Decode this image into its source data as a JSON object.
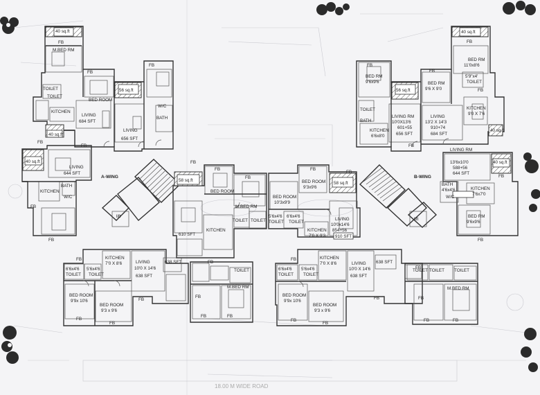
{
  "labels": {
    "fb": "FB",
    "toilet": "TOILET",
    "wc": "W/C",
    "bath": "BATH",
    "kitchen": "KITCHEN",
    "living": "LIVING",
    "bed_room": "BED ROOM",
    "bed_rm": "BED RM",
    "m_bed_rm": "M.BED RM",
    "living_rm": "LIVING RM",
    "lift": "lift",
    "ft": "FT",
    "a_wing": "A-WING",
    "b_wing": "B-WING"
  },
  "rooms": {
    "a_terrace_top": "40 sq.ft",
    "a_terrace_1": "56 sq.ft",
    "a_living_684": "684 SFT",
    "a_living_656": "656 SFT",
    "a_terrace_side": "40 sq.ft",
    "a_living_644": "644 SFT",
    "ab_living_638": "638 SFT",
    "ab_kitchen_dim": "7'0 X 8'6",
    "ab_living_dim": "10'0 X 14'6",
    "ab_bed1_dim": "9'9x 10'6",
    "ab_bed2_dim": "9'3 x 9'6",
    "ab_toilet_dim": "6'6x4'6",
    "ab_toilet_dim2": "5'6x4'6",
    "c_terrace": "58 sq.ft",
    "c_living_610": "610 SFT",
    "c_bedroom_dim": "10'3x9'9",
    "c_toilet_1": "5'6x4'6",
    "c_toilet_2": "6'6x4'6",
    "d_bedroom_dim": "9'3x9'6",
    "d_terrace": "58 sq.ft",
    "d_kitchen_dim": "7'0 X 9'3",
    "d_living_dim": "10'0x14'6",
    "d_living_area": "854+56",
    "d_living_910": "910 SFT",
    "b_terrace_top": "40 sq.ft",
    "b_bed_rm_dim": "11'0x8'6",
    "b_bed_rm_left": "9'6x9'6",
    "b_terrace_1": "56 sq.ft",
    "b_bed_rm_2": "9'6 X 9'0",
    "b_living_rm_dim": "10'0X13'6",
    "b_living_rm_area": "601+55",
    "b_living_656": "656 SFT",
    "b_living_dim2": "13'2 X 14'3",
    "b_living_area2": "910+74",
    "b_living_684": "684 SFT",
    "b_kitchen_dim": "9'0 X 7'6",
    "b_kitchen_left": "6'6x8'0",
    "b_toilet_dim": "5'9\"x4'",
    "b_living_rm3_dim": "13'6x10'0",
    "b_living_rm3_area": "588+56",
    "b_living_644": "644 SFT",
    "b_kitchen3_dim": "7'6x7'0",
    "b_bath3": "4'6x4'6",
    "b_bed_rm3": "9'6x9'6",
    "b_terrace_side": "40 sq.ft",
    "road": "18.00 M WIDE ROAD"
  }
}
